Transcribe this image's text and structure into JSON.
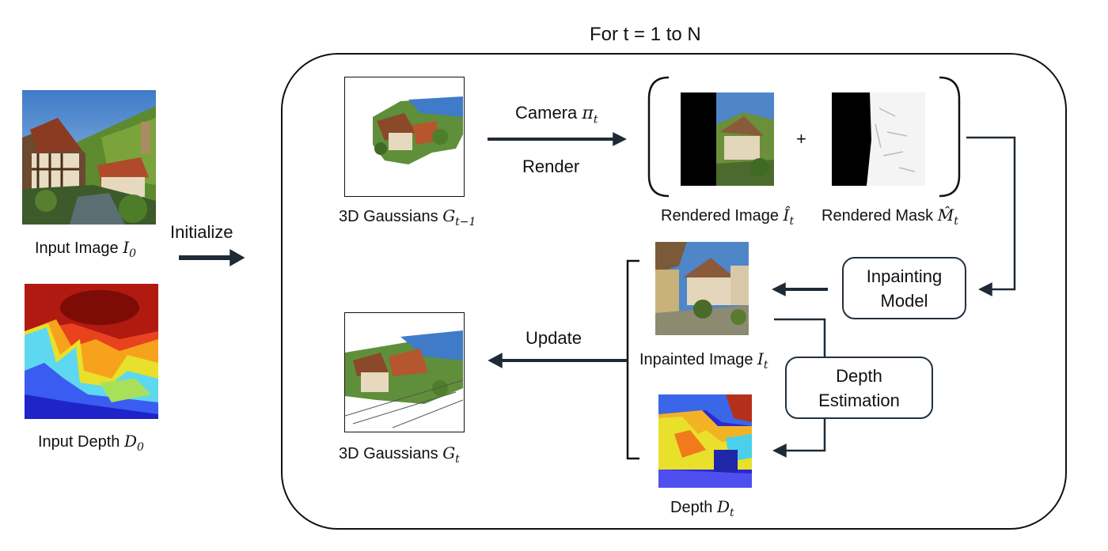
{
  "loop_title": "For t = 1 to N",
  "left": {
    "input_image": {
      "label": "Input Image",
      "sym": "I",
      "sub": "0"
    },
    "input_depth": {
      "label": "Input Depth",
      "sym": "D",
      "sub": "0"
    },
    "initialize": "Initialize"
  },
  "top_row": {
    "gaussians_prev": {
      "label": "3D Gaussians",
      "sym": "G",
      "sub": "t−1"
    },
    "camera": {
      "label": "Camera",
      "sym": "π",
      "sub": "t"
    },
    "render": "Render",
    "plus": "+",
    "rendered_image": {
      "label": "Rendered Image",
      "sym": "Î",
      "sub": "t"
    },
    "rendered_mask": {
      "label": "Rendered Mask",
      "sym": "M̂",
      "sub": "t"
    }
  },
  "bottom_row": {
    "inpainting_model": [
      "Inpainting",
      "Model"
    ],
    "inpainted_image": {
      "label": "Inpainted Image",
      "sym": "I",
      "sub": "t"
    },
    "depth_estimation": [
      "Depth",
      "Estimation"
    ],
    "depth": {
      "label": "Depth",
      "sym": "D",
      "sub": "t"
    },
    "update": "Update",
    "gaussians_curr": {
      "label": "3D Gaussians",
      "sym": "G",
      "sub": "t"
    }
  },
  "colors": {
    "arrow": "#1f2a36",
    "border": "#111111",
    "box_border": "#24313e"
  }
}
